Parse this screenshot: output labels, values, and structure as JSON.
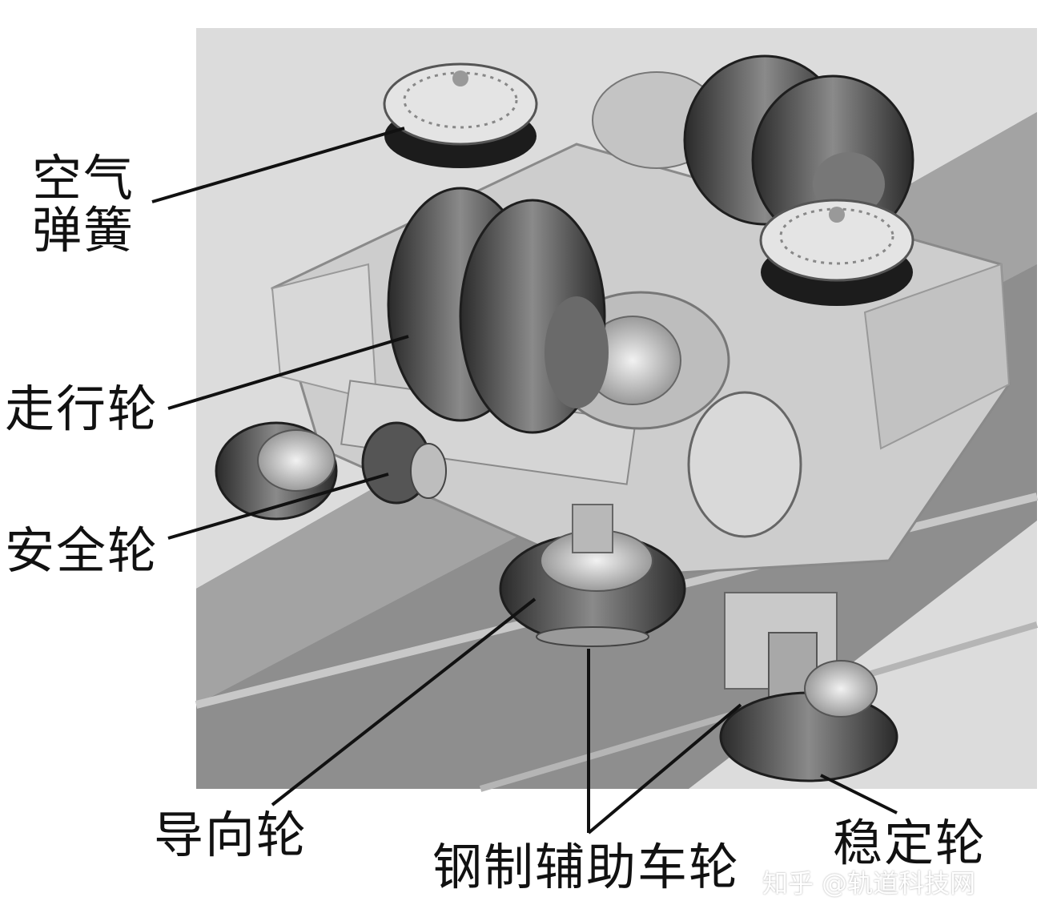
{
  "labels": {
    "air_spring": "空气弹簧",
    "running_wheel": "走行轮",
    "safety_wheel": "安全轮",
    "guide_wheel": "导向轮",
    "steel_aux_wheel": "钢制辅助车轮",
    "stabilizing_wheel": "稳定轮"
  },
  "watermark": "知乎 @轨道科技网",
  "colors": {
    "background": "#d8d8d8",
    "track": "#8a8a8a",
    "tire": "#3a3a3a",
    "frame": "#cfcfcf",
    "leader": "#111111"
  }
}
